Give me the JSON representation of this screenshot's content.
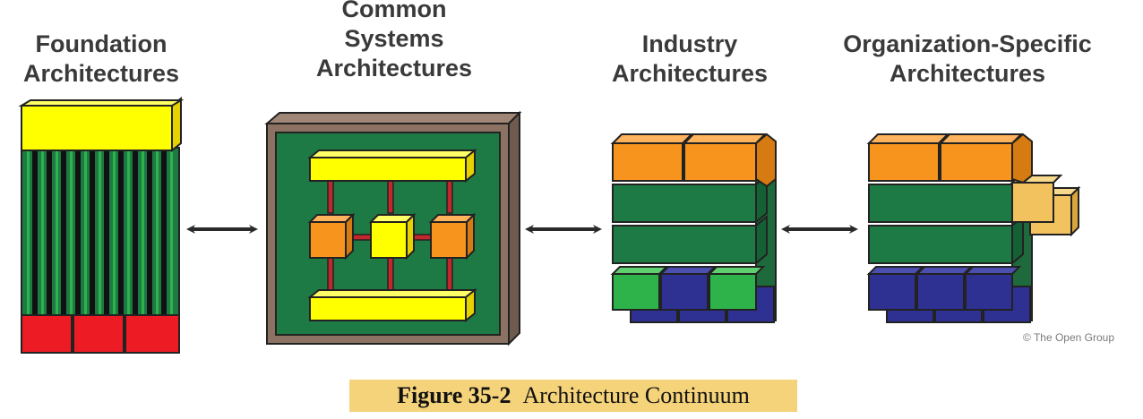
{
  "columns": [
    {
      "line1": "Foundation",
      "line2": "Architectures"
    },
    {
      "line0": "Common",
      "line1": "Systems",
      "line2": "Architectures"
    },
    {
      "line1": "Industry",
      "line2": "Architectures"
    },
    {
      "line1": "Organization-Specific",
      "line2": "Architectures"
    }
  ],
  "copyright": "© The Open Group",
  "caption": {
    "number": "Figure 35-2",
    "title": "Architecture Continuum"
  },
  "colors": {
    "yellow": "#ffff00",
    "orange": "#f7941d",
    "dark_green": "#1e7a45",
    "bright_green": "#2db34a",
    "navy": "#2e3192",
    "red": "#ed1c24",
    "brown": "#8b7262",
    "tan": "#f2c25e",
    "caption_highlight": "#f5d37a"
  }
}
